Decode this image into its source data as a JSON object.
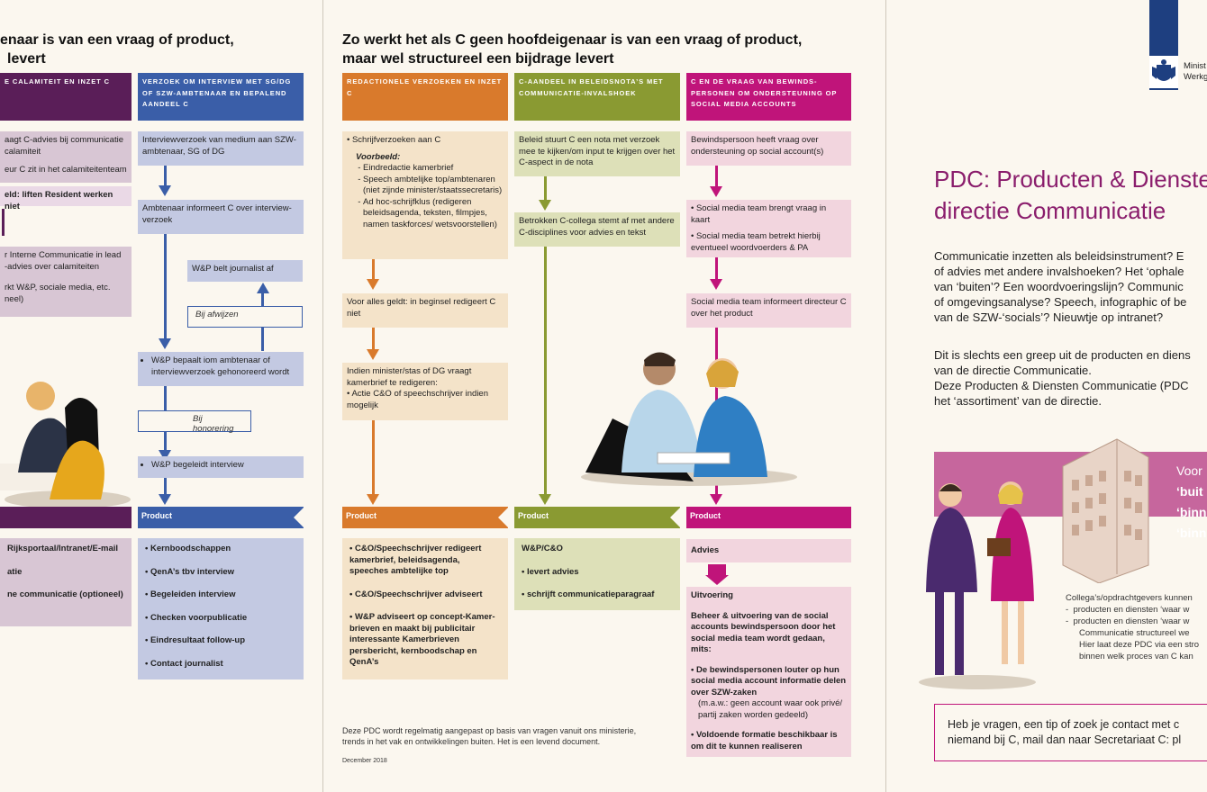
{
  "left": {
    "title_line1": "enaar is van een vraag of product,",
    "title_line2": "levert",
    "col1": {
      "header": "E CALAMITEIT EN INZET C",
      "box1": "aagt C-advies bij communicatie",
      "box1b": "calamiteit",
      "box2": "eur C zit in het calamiteitenteam",
      "box3": "eld: liften Resident werken niet",
      "box4a": "r Interne Communicatie in lead",
      "box4b": "-advies over calamiteiten",
      "box4c": "rkt W&P, sociale media, etc.",
      "box4d": "neel)",
      "product_label": "",
      "products": [
        "Rijksportaal/Intranet/E-mail",
        "atie",
        "ne communicatie (optioneel)"
      ]
    },
    "col2": {
      "header": "VERZOEK OM INTERVIEW MET SG/DG OF SZW-AMBTENAAR EN BEPALEND AANDEEL C",
      "box1": "Interviewverzoek van medium aan SZW- ambtenaar, SG of DG",
      "box2": "Ambtenaar informeert C over interview-verzoek",
      "box_wp": "W&P belt journalist af",
      "afwijzen": "Bij afwijzen",
      "box3": "W&P bepaalt iom ambtenaar of interviewverzoek gehonoreerd wordt",
      "honorering": "Bij honorering",
      "box4": "W&P begeleidt interview",
      "product_label": "Product",
      "products": [
        "Kernboodschappen",
        "QenA’s tbv interview",
        "Begeleiden interview",
        "Checken voorpublicatie",
        "Eindresultaat follow-up",
        "Contact journalist"
      ]
    }
  },
  "middle": {
    "title_line1": "Zo werkt het als C geen hoofdeigenaar is van een vraag of product,",
    "title_line2": "maar wel structureel een bijdrage levert",
    "col3": {
      "header": "REDACTIONELE VERZOEKEN EN INZET C",
      "box1_bullet": "Schrijfverzoeken aan C",
      "voorbeeld": "Voorbeeld:",
      "items": [
        "Eindredactie kamerbrief",
        "Speech ambtelijke top/ambtenaren (niet zijnde minister/staatssecretaris)",
        "Ad hoc-schrijfklus (redigeren beleidsagenda, teksten, filmpjes, namen taskforces/ wetsvoorstellen)"
      ],
      "box2": "Voor alles geldt: in beginsel redigeert C niet",
      "box3": "Indien minister/stas of DG vraagt kamerbrief te redigeren:",
      "box3_item": "Actie C&O of speechschrijver indien mogelijk",
      "product_label": "Product",
      "products": [
        "C&O/Speechschrijver redigeert kamerbrief, beleidsagenda, speeches ambtelijke top",
        "C&O/Speechschrijver adviseert",
        "W&P adviseert op concept-Kamer-brieven en maakt bij publicitair interessante Kamerbrieven persbericht, kernboodschap en QenA’s"
      ]
    },
    "col4": {
      "header": "C-AANDEEL IN BELEIDSNOTA’S MET COMMUNICATIE-INVALSHOEK",
      "box1": "Beleid stuurt C een nota met verzoek mee te kijken/om input te krijgen over het C-aspect in de nota",
      "box2": "Betrokken C-collega stemt af met andere C-disciplines voor advies en tekst",
      "product_label": "Product",
      "products": [
        "W&P/C&O",
        "levert advies",
        "schrijft communicatieparagraaf"
      ]
    },
    "col5": {
      "header": "C EN DE VRAAG VAN BEWINDS-PERSONEN OM ONDERSTEUNING OP SOCIAL MEDIA ACCOUNTS",
      "box1": "Bewindspersoon heeft vraag over ondersteuning op social account(s)",
      "box2_items": [
        "Social media team brengt vraag in kaart",
        "Social media team betrekt hierbij eventueel woordvoerders & PA"
      ],
      "box3": "Social media team informeert directeur C over het product",
      "product_label": "Product",
      "advies": "Advies",
      "uitvoering": "Uitvoering",
      "uitvoering_text": "Beheer & uitvoering van de social accounts bewindspersoon door het social media team wordt gedaan, mits:",
      "cond1": "De bewindspersonen louter op hun social media account informatie delen over SZW-zaken",
      "cond1_note": "(m.a.w.: geen account waar ook privé/ partij zaken worden gedeeld)",
      "cond2": "Voldoende formatie beschikbaar is om dit te kunnen realiseren"
    },
    "footnote1": "Deze PDC wordt regelmatig aangepast op basis van vragen vanuit ons ministerie,",
    "footnote2": "trends in het vak en ontwikkelingen buiten. Het is een levend document.",
    "date": "December 2018"
  },
  "right": {
    "ministry1": "Minist",
    "ministry2": "Werkg",
    "title1": "PDC: Producten & Dienste",
    "title2": "directie Communicatie",
    "p1": [
      "Communicatie inzetten als beleidsinstrument? E",
      "of advies met andere invalshoeken? Het ‘ophale",
      "van ‘buiten’? Een woordvoeringslijn? Communic",
      "of omgevingsanalyse? Speech, infographic of be",
      "van de SZW-‘socials’? Nieuwtje op intranet?"
    ],
    "p2": [
      "Dit is slechts een greep uit de producten en diens",
      "van de directie Communicatie.",
      "Deze Producten & Diensten Communicatie (PDC",
      "het ‘assortiment’ van de directie."
    ],
    "banner": [
      "Voor",
      "‘buit",
      "‘binn",
      "‘binn"
    ],
    "colleagues": "Collega’s/opdrachtgevers kunnen",
    "bullets": [
      "producten en diensten ‘waar w",
      "producten en diensten ‘waar w"
    ],
    "bullet2_extra": [
      "Communicatie structureel we",
      "Hier laat deze PDC via een stro",
      "binnen welk proces van C kan"
    ],
    "contact1": "Heb je vragen, een tip of zoek je contact met c",
    "contact2": "niemand bij C, mail dan naar Secretariaat C: pl"
  },
  "colors": {
    "purple": "#5a1e58",
    "blue": "#3a5ea8",
    "orange": "#d97a2c",
    "green": "#8a9a32",
    "magenta": "#c0147a",
    "title_purple": "#8a1d6c"
  }
}
